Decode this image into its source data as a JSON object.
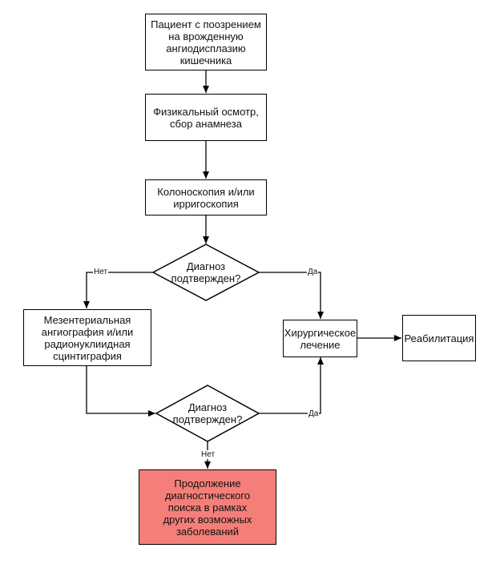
{
  "nodes": {
    "patient": "Пациент с поозрением\nна врожденную\nангиодисплазию\nкишечника",
    "exam": "Физикальный осмотр,\nсбор анамнеза",
    "colonoscopy": "Колоноскопия и/или\nирригоскопия",
    "decision1": "Диагноз\nподтвержден?",
    "angiography": "Мезентериальная\nангиография и/или\nрадионуклиидная\nсцинтиграфия",
    "surgery": "Хирургическое\nлечение",
    "rehab": "Реабилитация",
    "decision2": "Диагноз\nподтвержден?",
    "continue": "Продолжение\nдиагностического\nпоиска в рамках\nдругих возможных\nзаболеваний"
  },
  "edges": {
    "d1_no": "Нет",
    "d1_yes": "Да",
    "d2_yes": "Да",
    "d2_no": "Нет"
  },
  "colors": {
    "highlight": "#f47f78",
    "line": "#000000"
  }
}
